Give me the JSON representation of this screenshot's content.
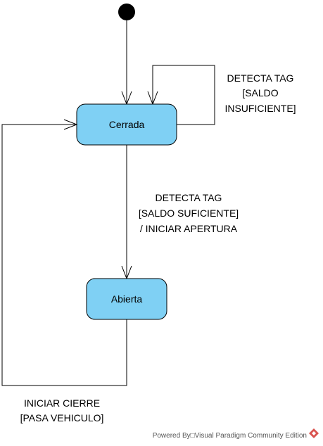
{
  "diagram": {
    "states": {
      "cerrada": {
        "label": "Cerrada"
      },
      "abierta": {
        "label": "Abierta"
      }
    },
    "transitions": {
      "self_loop": {
        "line1": "DETECTA TAG",
        "line2": "[SALDO",
        "line3": "INSUFICIENTE]"
      },
      "open": {
        "line1": "DETECTA TAG",
        "line2": "[SALDO SUFICIENTE]",
        "line3": "/ INICIAR APERTURA"
      },
      "close": {
        "line1": "INICIAR CIERRE",
        "line2": "[PASA VEHICULO]"
      }
    }
  },
  "watermark": {
    "text": "Powered By□Visual Paradigm Community Edition"
  },
  "colors": {
    "state_fill": "#7fd0f4",
    "stroke": "#000000",
    "logo_red": "#d9534f"
  }
}
